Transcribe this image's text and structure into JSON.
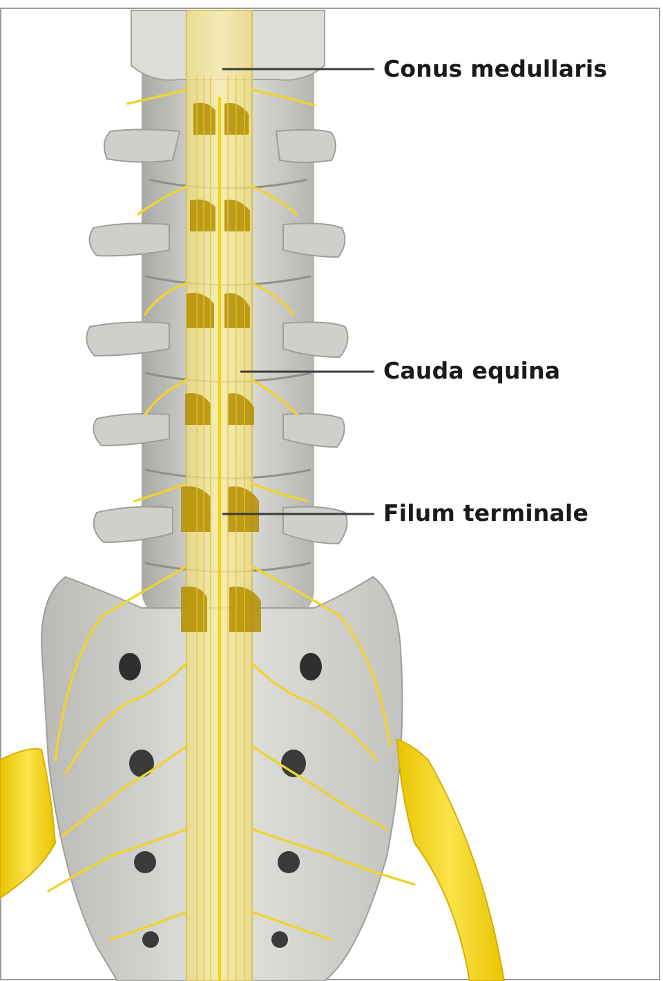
{
  "labels": {
    "conus": "Conus medullaris",
    "cauda": "Cauda equina",
    "filum": "Filum terminale"
  },
  "colors": {
    "bone": "#d2d2ce",
    "bone_shadow": "#9a9a96",
    "bone_light": "#ecece8",
    "nerve": "#f2d635",
    "dura": "#f6e79a",
    "foramen": "#b08a00",
    "leader": "#3a3a3a",
    "frame": "#9a9a9a"
  }
}
